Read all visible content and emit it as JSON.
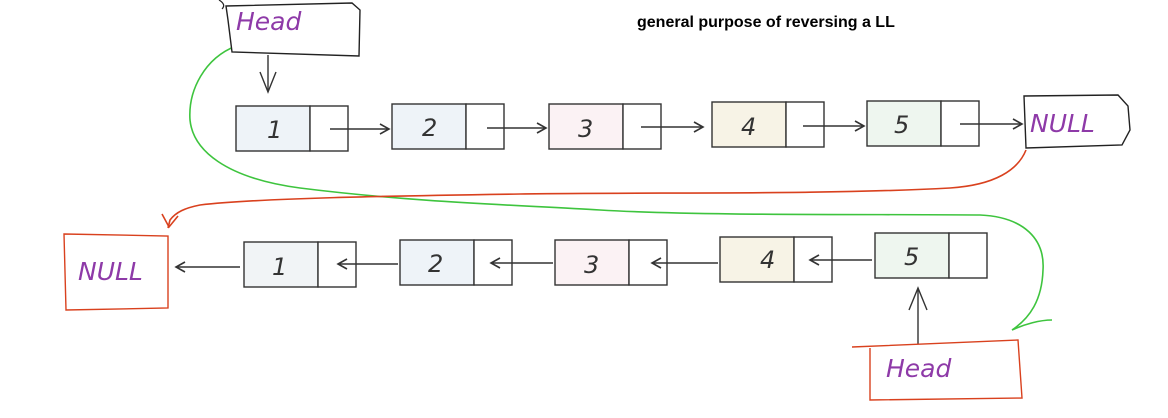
{
  "title": "general purpose of reversing a LL",
  "colors": {
    "ink": "#333333",
    "purple": "#8e3aa8",
    "green": "#3ec43e",
    "red": "#d9411e",
    "box_fill_blue": "#eef3f8",
    "box_fill_cream": "#f7f3e6",
    "box_fill_pink": "#fbf2f4",
    "box_fill_mint": "#eef6ef",
    "box_fill_grey": "#f1f4f6"
  },
  "original_list": {
    "head_label": "Head",
    "nodes": [
      "1",
      "2",
      "3",
      "4",
      "5"
    ],
    "tail_label": "NULL"
  },
  "reversed_list": {
    "null_label": "NULL",
    "nodes": [
      "1",
      "2",
      "3",
      "4",
      "5"
    ],
    "head_label": "Head"
  }
}
